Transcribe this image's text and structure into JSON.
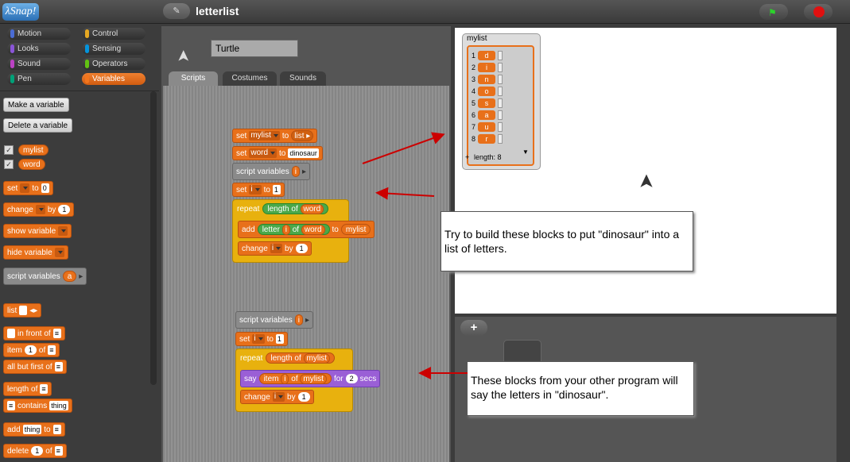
{
  "app": {
    "logo": "λSnap!",
    "project_name": "letterlist",
    "file_icon": "✎",
    "flag_icon": "⚑"
  },
  "categories": [
    {
      "label": "Motion",
      "color": "#4a6cd4"
    },
    {
      "label": "Control",
      "color": "#e6a822"
    },
    {
      "label": "Looks",
      "color": "#8a55d7"
    },
    {
      "label": "Sensing",
      "color": "#0494dc"
    },
    {
      "label": "Sound",
      "color": "#bb42c3"
    },
    {
      "label": "Operators",
      "color": "#62c213"
    },
    {
      "label": "Pen",
      "color": "#00a178"
    },
    {
      "label": "Variables",
      "color": "#f3761d"
    }
  ],
  "palette": {
    "make_var": "Make a variable",
    "delete_var": "Delete a variable",
    "vars": [
      "mylist",
      "word"
    ],
    "set": "set",
    "to": "to",
    "set_val": "0",
    "change": "change",
    "by": "by",
    "change_val": "1",
    "show_var": "show variable",
    "hide_var": "hide variable",
    "script_vars": "script variables",
    "script_var_a": "a",
    "list": "list",
    "in_front_of": "in front of",
    "item": "item",
    "of": "of",
    "item_val": "1",
    "all_but_first": "all but first of",
    "length_of": "length of",
    "contains": "contains",
    "thing": "thing",
    "add": "add",
    "delete": "delete",
    "delete_val": "1"
  },
  "sprite": {
    "name": "Turtle",
    "icon": "➤"
  },
  "tabs": [
    "Scripts",
    "Costumes",
    "Sounds"
  ],
  "script1": {
    "set": "set",
    "mylist": "mylist",
    "to": "to",
    "list": "list",
    "word": "word",
    "dinosaur": "dinosaur",
    "script_variables": "script variables",
    "i": "i",
    "one": "1",
    "repeat": "repeat",
    "length_of": "length of",
    "add": "add",
    "letter": "letter",
    "of": "of",
    "change": "change",
    "by": "by"
  },
  "script2": {
    "say": "say",
    "item": "item",
    "for": "for",
    "secs": "secs",
    "two": "2"
  },
  "watcher": {
    "label": "mylist",
    "items": [
      "d",
      "i",
      "n",
      "o",
      "s",
      "a",
      "u",
      "r"
    ],
    "length_label": "length: 8",
    "plus": "+"
  },
  "callout1": {
    "text": "Try to build these blocks to put \"dinosaur\" into a list of letters."
  },
  "callout2": {
    "text": "These blocks from your other program will say the letters in \"dinosaur\"."
  },
  "corral": {
    "add_sprite": "+"
  }
}
